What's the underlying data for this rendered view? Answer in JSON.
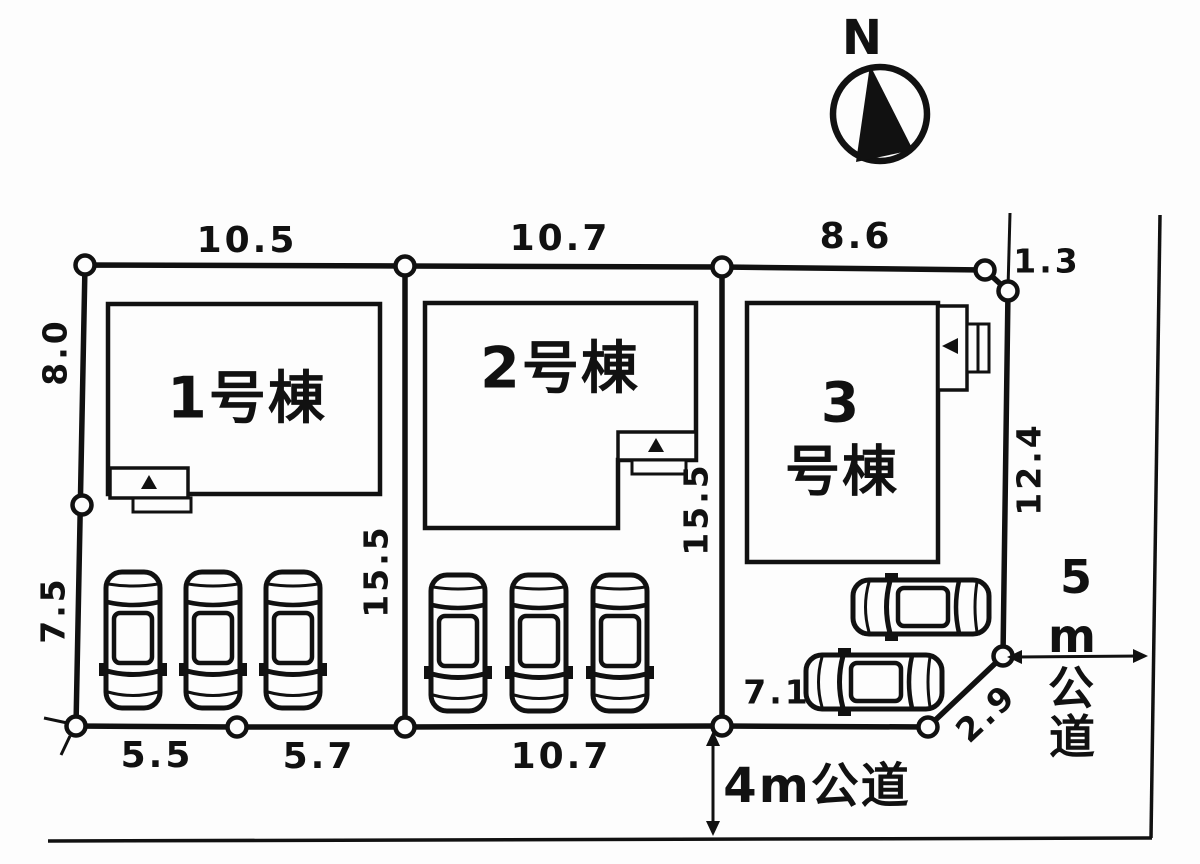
{
  "compass": {
    "north_label": "N"
  },
  "buildings": [
    {
      "label": "1号棟"
    },
    {
      "label": "2号棟"
    },
    {
      "label_line1": "3",
      "label_line2": "号棟"
    }
  ],
  "dimensions": {
    "lot1_top": "10.5",
    "lot2_top": "10.7",
    "lot3_top": "8.6",
    "corner_offset": "1.3",
    "left_upper": "8.0",
    "left_lower": "7.5",
    "divider_1_2": "15.5",
    "divider_2_3": "15.5",
    "right_side": "12.4",
    "lot1_bottom_left": "5.5",
    "lot1_bottom_right": "5.7",
    "lot2_bottom": "10.7",
    "lot3_bottom": "7.1",
    "corner_cut": "2.9"
  },
  "roads": {
    "bottom": {
      "label": "4m公道"
    },
    "right": {
      "label": "5m公道",
      "chars": [
        "5",
        "m",
        "公",
        "道"
      ]
    }
  },
  "parking": {
    "lot1_cars": 3,
    "lot2_cars": 3,
    "lot3_cars": 2
  },
  "colors": {
    "line": "#111111",
    "background": "#fdfdfd"
  }
}
